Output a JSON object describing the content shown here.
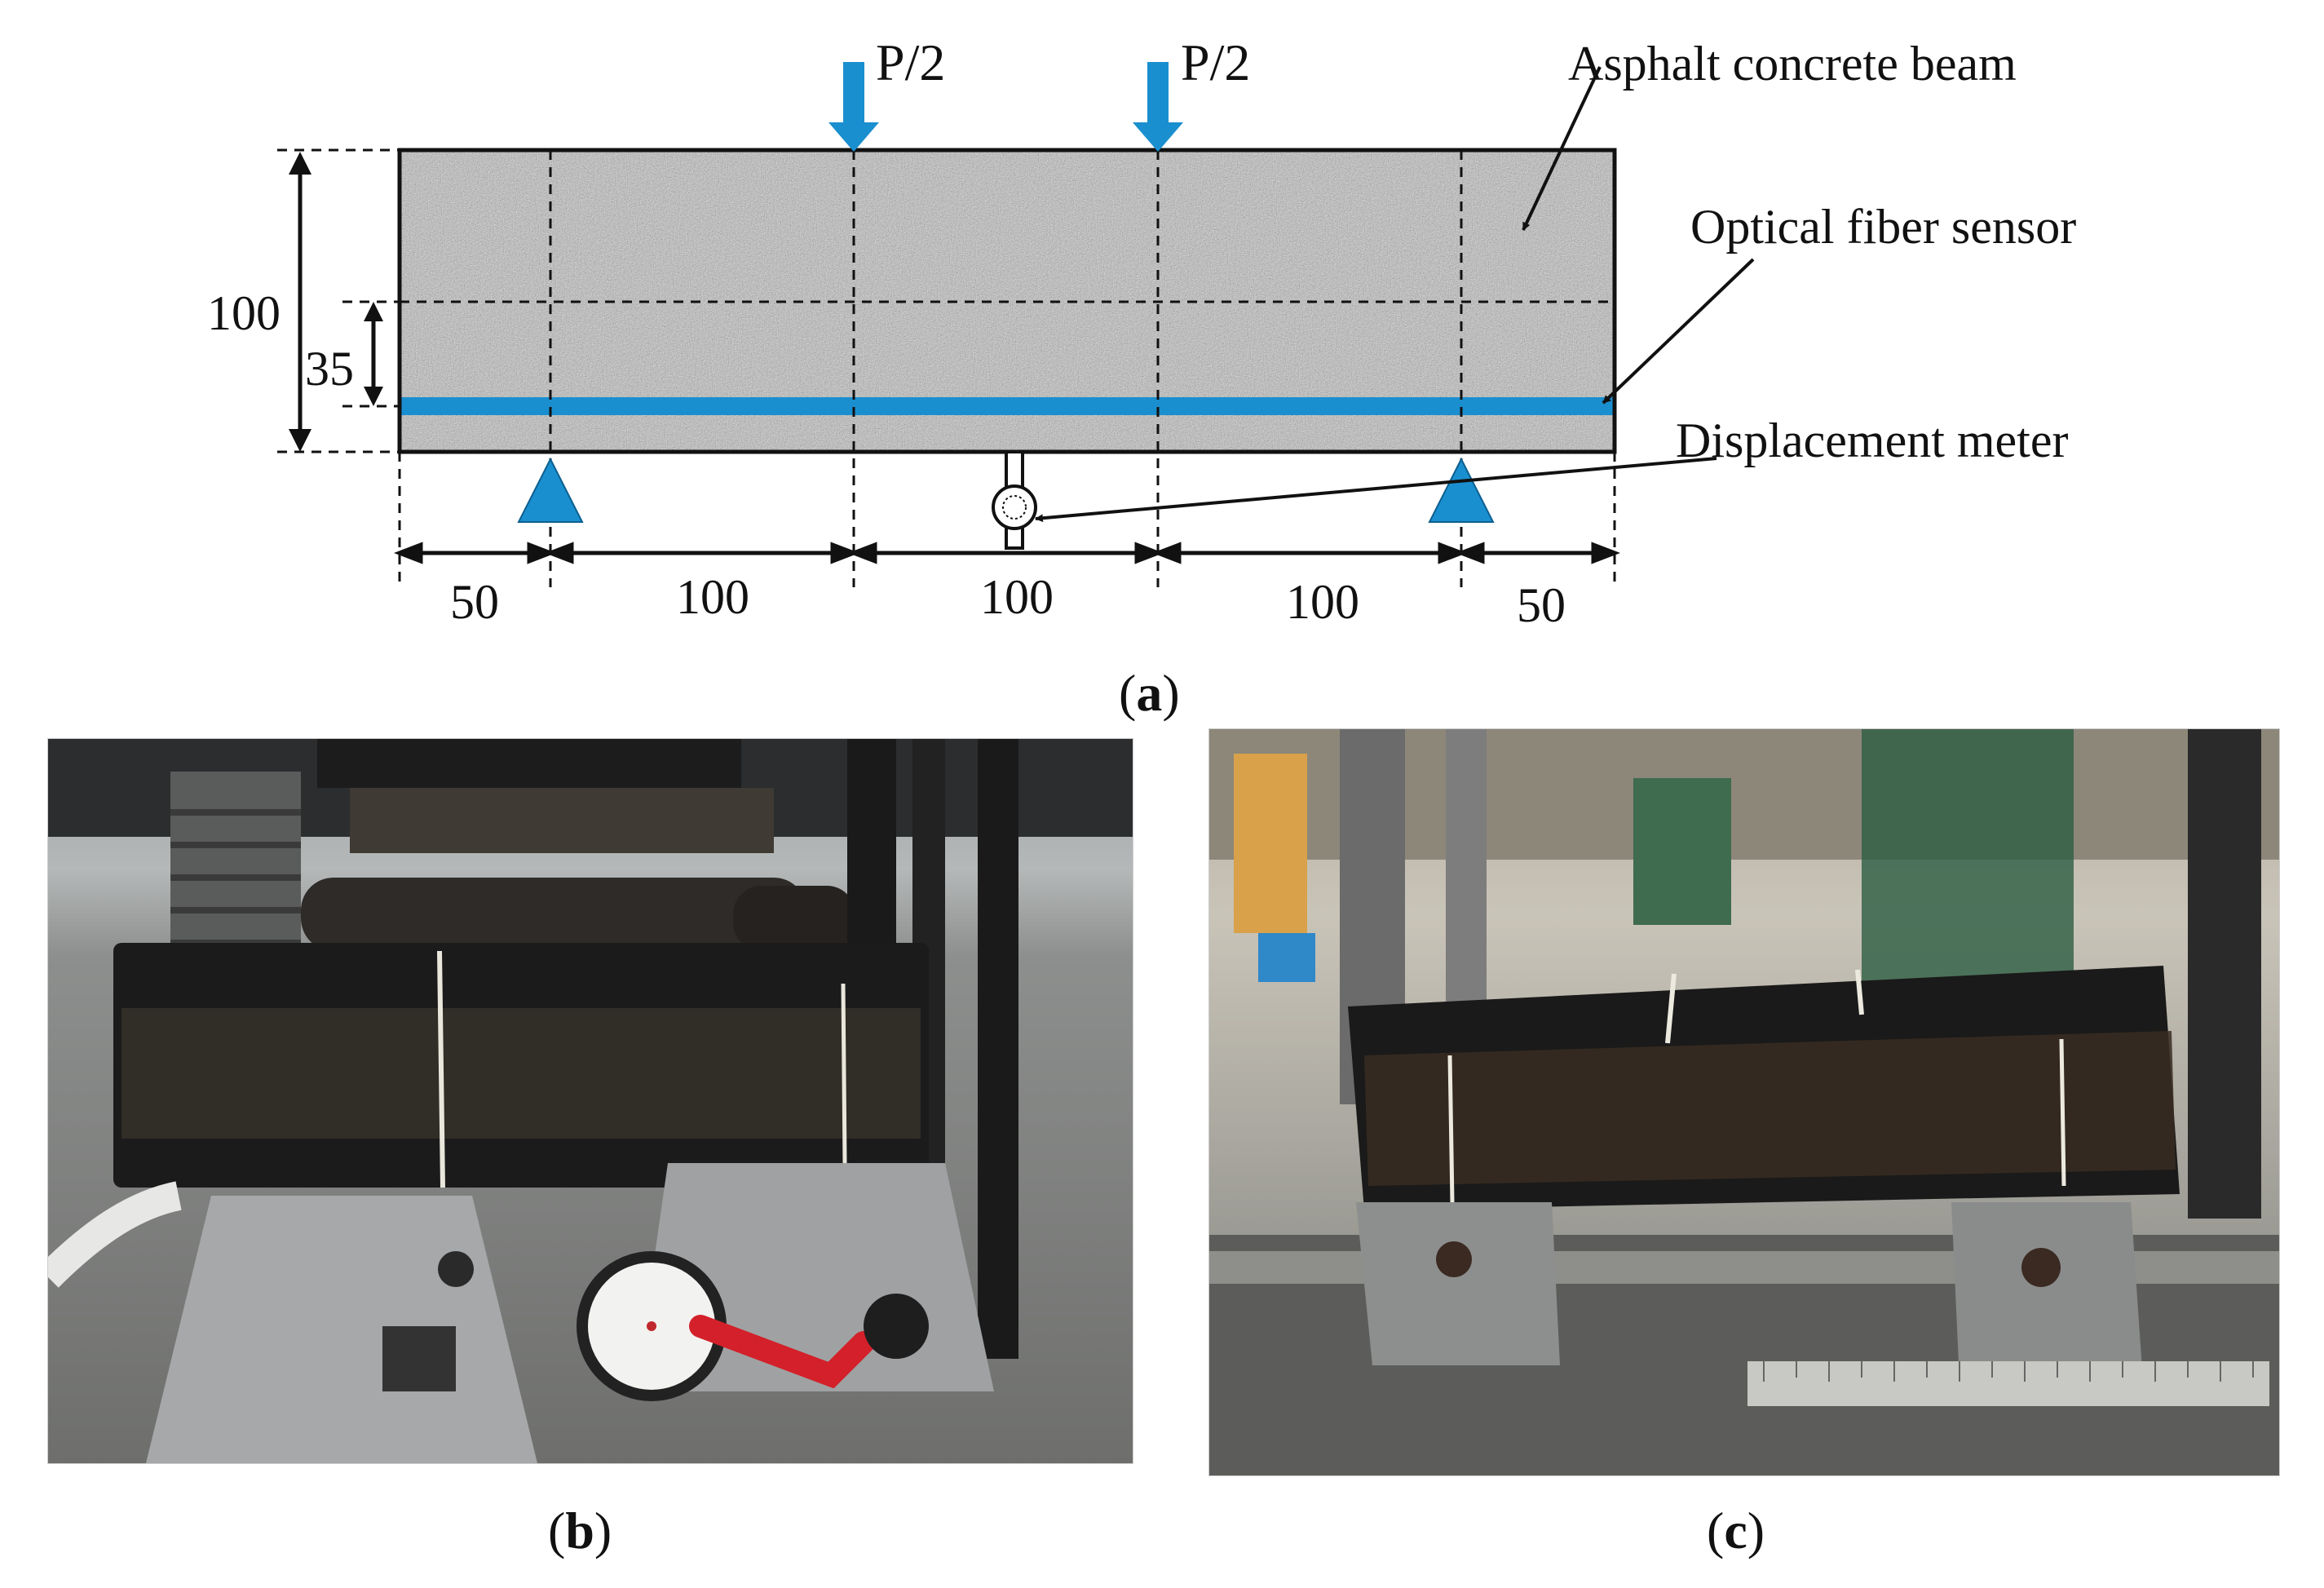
{
  "diagram": {
    "load_left": "P/2",
    "load_right": "P/2",
    "beam_label": "Asphalt concrete beam",
    "sensor_label": "Optical fiber sensor",
    "meter_label": "Displacement meter",
    "dim_height": "100",
    "dim_sensor_depth": "35",
    "spans": [
      "50",
      "100",
      "100",
      "100",
      "50"
    ]
  },
  "captions": {
    "a": "a",
    "b": "b",
    "c": "c"
  },
  "colors": {
    "accent_blue": "#1a8fcf",
    "beam_gray": "#b9b9b9"
  }
}
